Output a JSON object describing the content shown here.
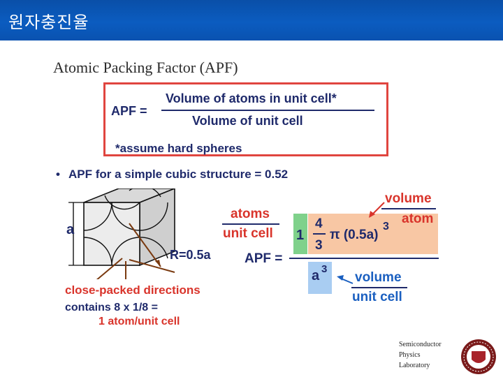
{
  "slide_title": "원자충진율",
  "heading": "Atomic Packing Factor (APF)",
  "definition": {
    "apf_label": "APF =",
    "numerator": "Volume of atoms in unit cell*",
    "denominator": "Volume of unit cell",
    "note": "*assume hard spheres"
  },
  "bullet": {
    "marker": "•",
    "text": "APF for a simple cubic structure = 0.52"
  },
  "cube_figure": {
    "edge_label": "a",
    "radius_label": "R=0.5a",
    "directions_label": "close-packed directions",
    "contains_line1": "contains 8 x 1/8 =",
    "contains_line2": "1 atom/unit cell"
  },
  "equation": {
    "atoms_label": "atoms",
    "unit_cell_label": "unit cell",
    "one": "1",
    "four": "4",
    "three": "3",
    "pi_term": "π (0.5a)",
    "cube_exp": "3",
    "apf_label": "APF =",
    "a_base": "a",
    "a_exp": "3",
    "volume_top": "volume",
    "atom_label": "atom",
    "volume_bottom": "volume",
    "unit_cell_bottom": "unit cell"
  },
  "footer": {
    "line1": "Semiconductor",
    "line2": "Physics",
    "line3": "Laboratory"
  },
  "colors": {
    "title_bar": "#0b5cc0",
    "box_border": "#e0453f",
    "text_navy": "#1f2a6b",
    "red": "#d9342b",
    "blue": "#1a5fc0",
    "orange_fill": "#f8c7a4",
    "green_fill": "#7fd18b",
    "blue_fill": "#a9cdf2"
  }
}
